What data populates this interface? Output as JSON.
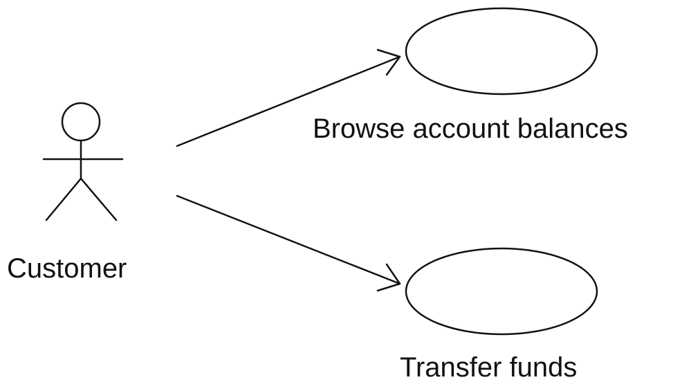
{
  "colors": {
    "stroke": "#111111",
    "background": "#ffffff"
  },
  "actor": {
    "icon": "stick-figure-actor",
    "label": "Customer"
  },
  "use_cases": [
    {
      "label": "Browse account balances"
    },
    {
      "label": "Transfer funds"
    }
  ],
  "associations": [
    {
      "from": "Customer",
      "to": "Browse account balances",
      "arrow": "open"
    },
    {
      "from": "Customer",
      "to": "Transfer funds",
      "arrow": "open"
    }
  ]
}
